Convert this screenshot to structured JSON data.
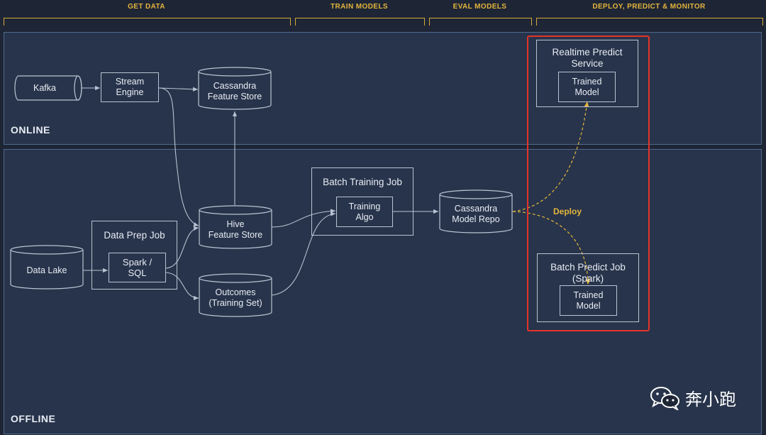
{
  "stages": [
    {
      "id": "get_data",
      "label": "GET DATA"
    },
    {
      "id": "train_models",
      "label": "TRAIN MODELS"
    },
    {
      "id": "eval_models",
      "label": "EVAL MODELS"
    },
    {
      "id": "deploy",
      "label": "DEPLOY, PREDICT & MONITOR"
    }
  ],
  "zones": {
    "online": "ONLINE",
    "offline": "OFFLINE"
  },
  "nodes": {
    "kafka": "Kafka",
    "stream_engine": [
      "Stream",
      "Engine"
    ],
    "cassandra_feature_store": [
      "Cassandra",
      "Feature Store"
    ],
    "data_lake": "Data Lake",
    "data_prep_job": "Data Prep Job",
    "spark_sql": [
      "Spark /",
      "SQL"
    ],
    "hive_feature_store": [
      "Hive",
      "Feature Store"
    ],
    "outcomes": [
      "Outcomes",
      "(Training Set)"
    ],
    "batch_training_job": "Batch Training Job",
    "training_algo": [
      "Training",
      "Algo"
    ],
    "cassandra_model_repo": [
      "Cassandra",
      "Model Repo"
    ],
    "realtime_predict_service": [
      "Realtime Predict",
      "Service"
    ],
    "trained_model_online": [
      "Trained",
      "Model"
    ],
    "batch_predict_job": [
      "Batch Predict Job",
      "(Spark)"
    ],
    "trained_model_batch": [
      "Trained",
      "Model"
    ]
  },
  "deploy_label": "Deploy",
  "watermark": {
    "icon": "wechat-icon",
    "text": "奔小跑"
  },
  "colors": {
    "background": "#1e2535",
    "zone_fill": "#28344b",
    "zone_border": "#4f6a8f",
    "line": "#b9c3d3",
    "accent": "#e3b53c",
    "highlight": "#e5332a"
  }
}
